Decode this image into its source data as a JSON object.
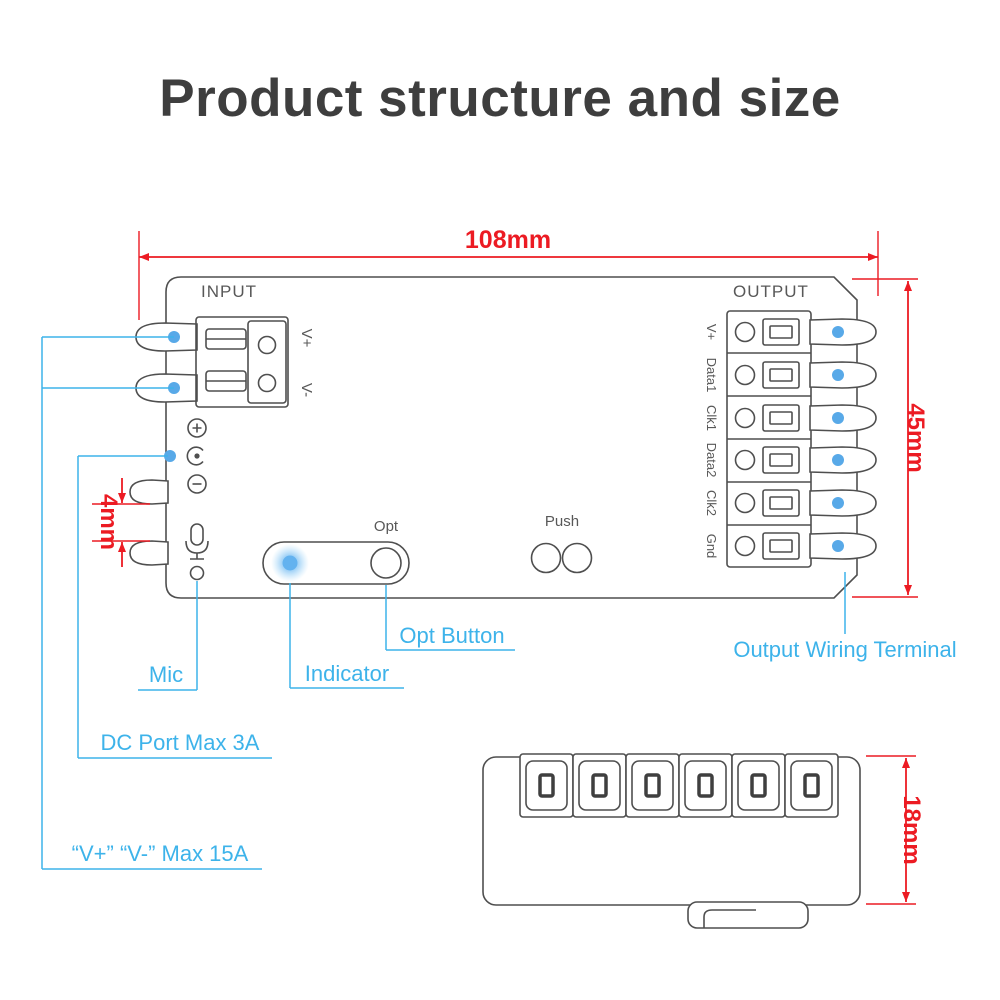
{
  "title": "Product structure and size",
  "dimensions": {
    "width": "108mm",
    "height": "45mm",
    "gap": "4mm",
    "side_height": "18mm"
  },
  "device": {
    "input_label": "INPUT",
    "output_label": "OUTPUT",
    "input_pins": [
      "V+",
      "V-"
    ],
    "opt_label": "Opt",
    "push_label": "Push",
    "output_pins": [
      "V+",
      "Data1",
      "Clk1",
      "Data2",
      "Clk2",
      "Gnd"
    ]
  },
  "annotations": {
    "mic": "Mic",
    "indicator": "Indicator",
    "opt_button": "Opt Button",
    "output_wiring_terminal": "Output Wiring Terminal",
    "dc_port": "DC Port Max 3A",
    "input_rating": "“V+” “V-” Max 15A"
  },
  "colors": {
    "title_gray": "#3e3e3e",
    "outline_gray": "#4f4f4f",
    "dimension_red": "#ec1b23",
    "annotation_cyan": "#3db3ea",
    "terminal_dot_blue": "#58a9e8"
  }
}
